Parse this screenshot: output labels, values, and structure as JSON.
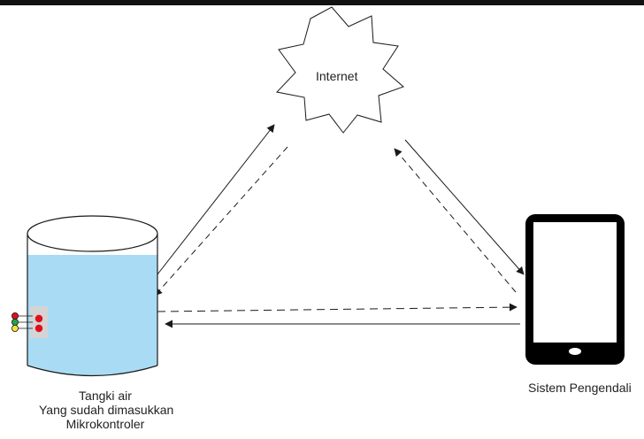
{
  "nodes": {
    "internet": {
      "label": "Internet"
    },
    "tank": {
      "line1": "Tangki air",
      "line2": "Yang sudah dimasukkan",
      "line3": "Mikrokontroler"
    },
    "controller": {
      "label": "Sistem Pengendali"
    }
  },
  "colors": {
    "line": "#1a1a1a",
    "water": "#a9dcf4",
    "module_bg": "#d4d4d4",
    "led_red": "#e0101a",
    "led_green": "#27a24a",
    "led_yellow": "#f4e43a"
  }
}
